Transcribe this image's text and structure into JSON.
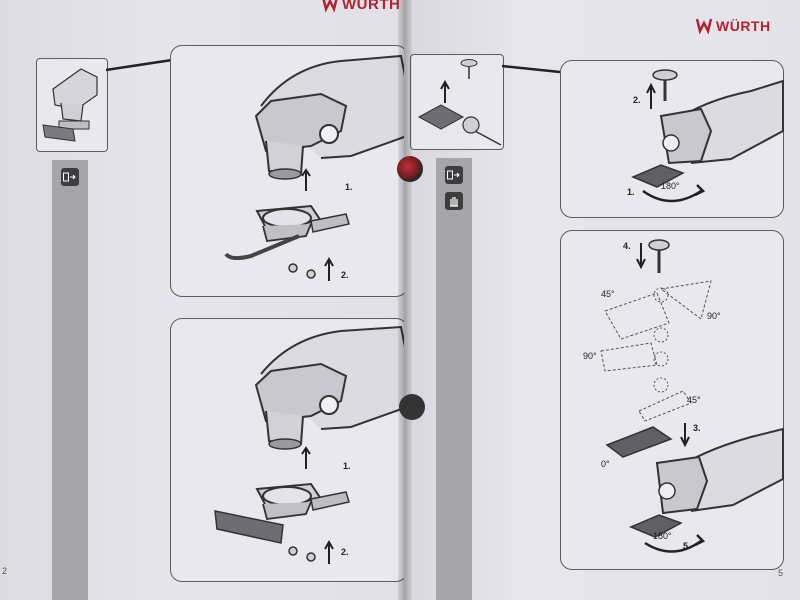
{
  "brand": {
    "name": "WÜRTH",
    "color": "#b4232d"
  },
  "left_page": {
    "page_number": "2",
    "side_icon": "assembly-icon",
    "panel_top": {
      "step_1": "1.",
      "step_2": "2."
    },
    "panel_bottom": {
      "step_1": "1.",
      "step_2": "2."
    }
  },
  "right_page": {
    "page_number": "5",
    "side_icons": [
      "assembly-icon",
      "glove-icon"
    ],
    "panel_top": {
      "step_1": "1.",
      "step_2": "2.",
      "angle": "180°"
    },
    "panel_bottom": {
      "step_3": "3.",
      "step_4": "4.",
      "step_5": "5.",
      "angles": {
        "a45_top": "45°",
        "a90_right": "90°",
        "a90_left": "90°",
        "a45_bottom": "45°",
        "a0": "0°",
        "a180": "180°"
      }
    }
  },
  "colors": {
    "page": "#e4e3ea",
    "line": "#3a3a3a",
    "bar": "#a6a6aa",
    "accent": "#b4232d"
  }
}
